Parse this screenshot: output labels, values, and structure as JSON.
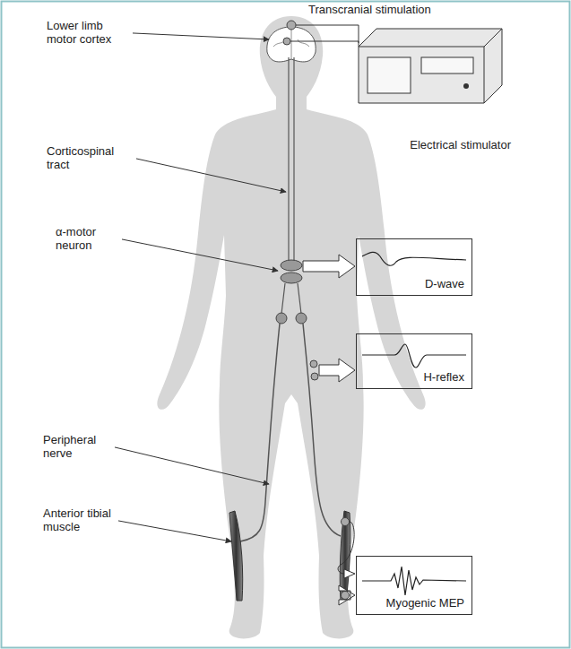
{
  "diagram": {
    "nodes": [
      {
        "text": [
          "Electrical stimulator"
        ]
      },
      {
        "text": [
          "D-wave"
        ]
      },
      {
        "text": [
          "H-reflex"
        ]
      },
      {
        "text": [
          "Myogenic MEP"
        ]
      }
    ],
    "labels": [
      "Transcranial stimulation",
      "Lower limb motor cortex",
      "Corticospinal tract",
      "α-motor neuron",
      "Peripheral nerve",
      "Anterior tibial muscle"
    ]
  }
}
